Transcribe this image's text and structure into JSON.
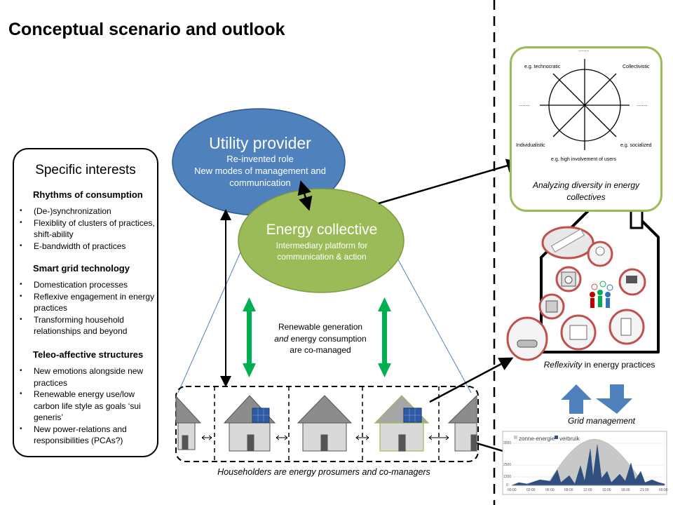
{
  "title": "Conceptual scenario and outlook",
  "interests": {
    "title": "Specific interests",
    "sections": [
      {
        "heading": "Rhythms of consumption",
        "bullets": [
          "(De-)synchronization",
          "Flexiblity of clusters of practices, shift-ability",
          "E-bandwidth of practices"
        ]
      },
      {
        "heading": "Smart grid technology",
        "bullets": [
          "Domestication processes",
          "Reflexive engagement in energy practices",
          "Transforming household relationships and beyond"
        ]
      },
      {
        "heading": "Teleo-affective structures",
        "bullets": [
          "New emotions alongside new practices",
          "Renewable energy use/low carbon life style as goals ‘sui generis’",
          "New power-relations and responsibilities (PCAs?)"
        ]
      }
    ]
  },
  "utility": {
    "title": "Utility provider",
    "line1": "Re-invented role",
    "line2": "New modes of management and communication"
  },
  "collective": {
    "title": "Energy collective",
    "line1": "Intermediary platform for",
    "line2": "communication & action"
  },
  "renewable": {
    "line1": "Renewable generation",
    "line2_italic": "and",
    "line2_rest": " energy consumption",
    "line3": "are co-managed"
  },
  "prosumers_caption": "Householders are energy prosumers and co-managers",
  "diversity": {
    "labels": {
      "top": "........",
      "technocratic": "e.g. technocratic",
      "collectivistic": "Collectivistic",
      "left": "........",
      "right": "........",
      "individualistic": "Individualistic",
      "socialized": "e.g. socialized",
      "bottom": "e.g. high involvement of users"
    },
    "caption": "Analyzing diversity in energy collectives"
  },
  "reflexivity": {
    "italic": "Reflexivity",
    "rest": " in energy practices"
  },
  "grid_management": "Grid management",
  "solar_chart": {
    "legend": [
      "zonne-energie",
      "verbruik"
    ],
    "y_ticks": [
      "3000",
      "2500",
      "1200",
      "0"
    ],
    "x_ticks": [
      "00:00",
      "03:00",
      "06:00",
      "09:00",
      "12:00",
      "15:00",
      "18:00",
      "21:00",
      "00:00"
    ],
    "colors": {
      "zonne": "#c8c8c8",
      "verbruik": "#2f4f7f"
    }
  },
  "colors": {
    "utility": "#4f81bd",
    "collective": "#9bbb59",
    "green_arrow": "#00b050",
    "house_ring": "#c0504d",
    "blue_arrow": "#4f81bd"
  }
}
